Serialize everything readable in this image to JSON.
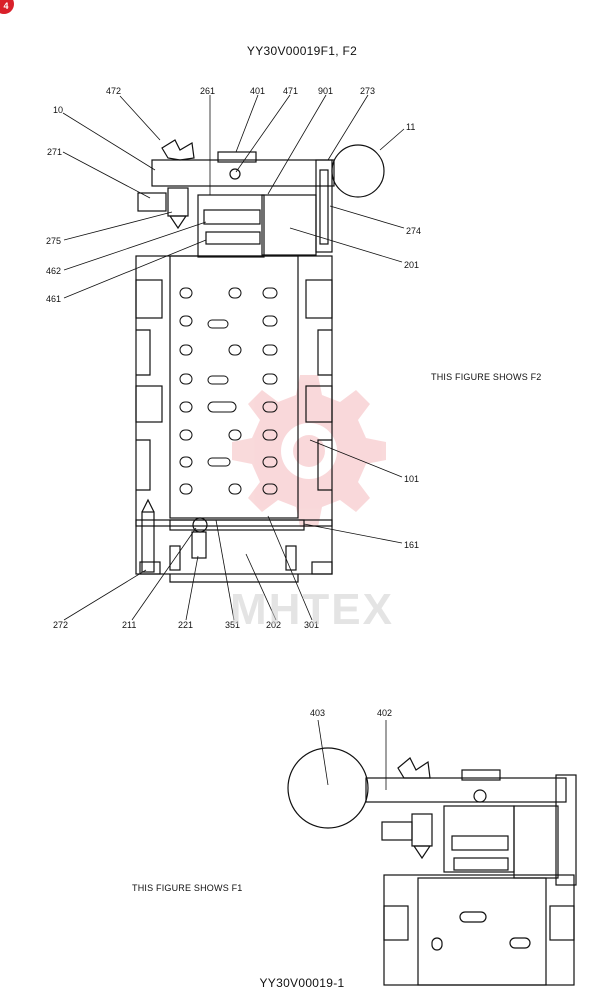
{
  "badge": "4",
  "title": "YY30V00019F1, F2",
  "footer": "YY30V00019-1",
  "watermark": "MHTEX",
  "notes": {
    "f2": "THIS FIGURE SHOWS F2",
    "f1": "THIS FIGURE SHOWS F1"
  },
  "callouts_f2": [
    "472",
    "261",
    "401",
    "471",
    "901",
    "273",
    "10",
    "11",
    "271",
    "274",
    "275",
    "201",
    "462",
    "461",
    "101",
    "161",
    "272",
    "211",
    "221",
    "351",
    "202",
    "301"
  ],
  "callouts_f1": [
    "403",
    "402"
  ]
}
